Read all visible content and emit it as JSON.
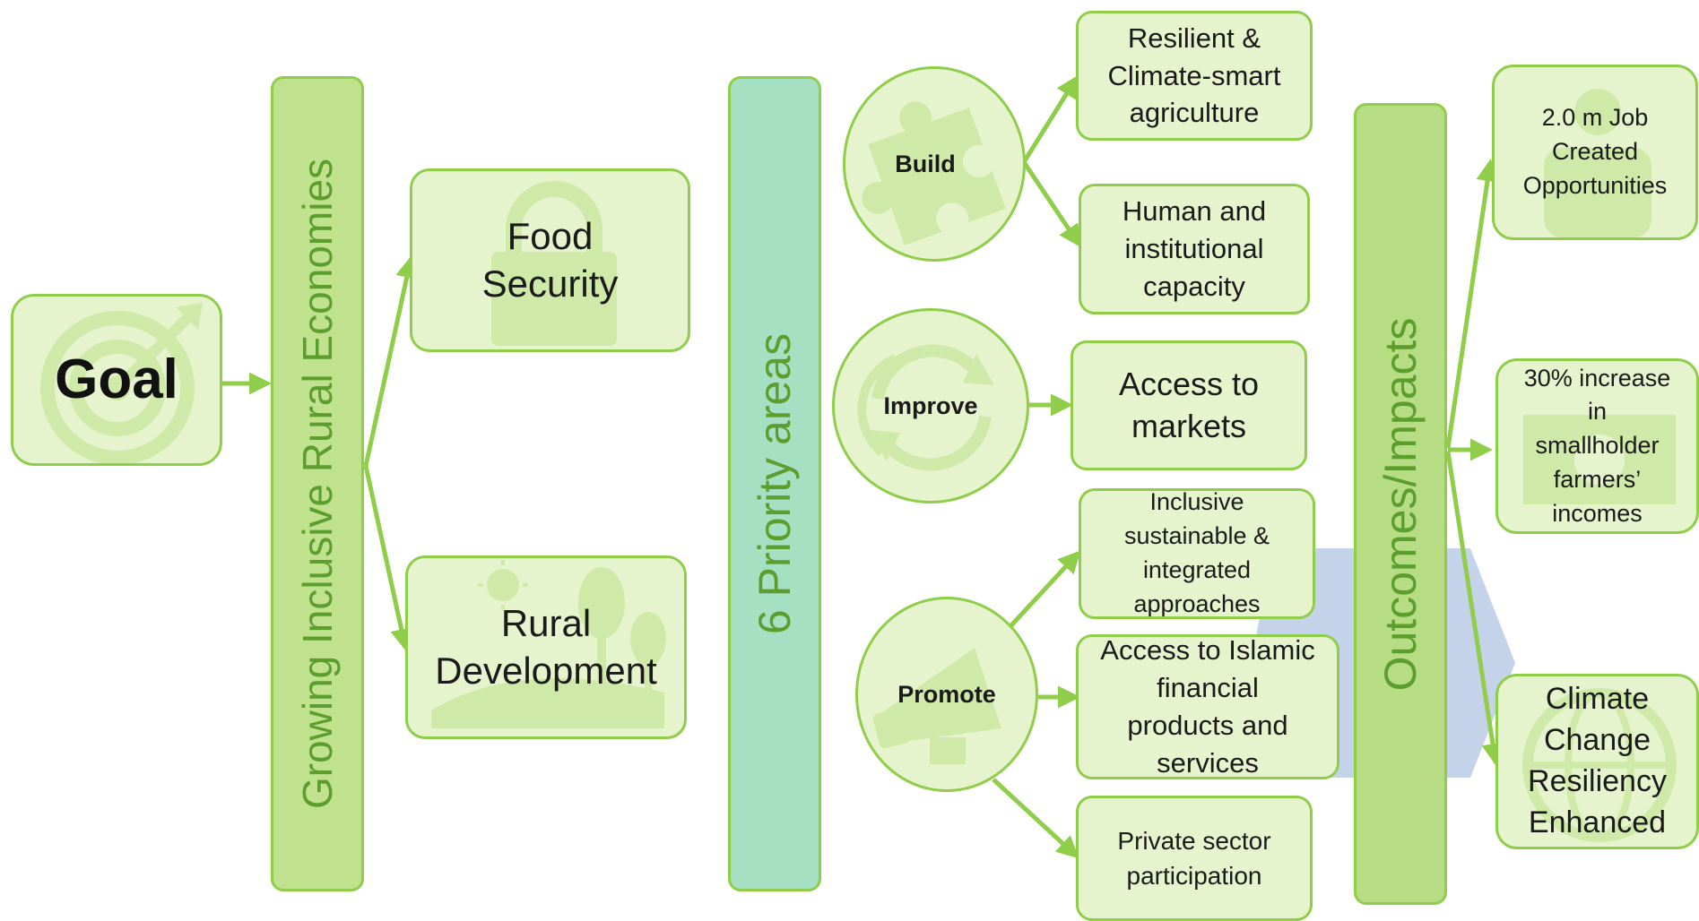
{
  "goal": {
    "label": "Goal"
  },
  "growing_bar": {
    "label": "Growing Inclusive Rural Economies"
  },
  "food_security": {
    "line1": "Food",
    "line2": "Security"
  },
  "rural_development": {
    "line1": "Rural",
    "line2": "Development"
  },
  "priority_bar": {
    "label": "6 Priority areas"
  },
  "actions": {
    "build": "Build",
    "improve": "Improve",
    "promote": "Promote"
  },
  "priority_areas": {
    "resilient": [
      "Resilient &",
      "Climate-smart",
      "agriculture"
    ],
    "human": [
      "Human and",
      "institutional",
      "capacity"
    ],
    "markets": [
      "Access to",
      "markets"
    ],
    "inclusive": [
      "Inclusive",
      "sustainable &",
      "integrated",
      "approaches"
    ],
    "islamic": [
      "Access to Islamic",
      "financial",
      "products and",
      "services"
    ],
    "private": [
      "Private sector",
      "participation"
    ]
  },
  "outcomes_bar": {
    "label": "Outcomes/Impacts"
  },
  "outcomes": {
    "jobs": [
      "2.0 m Job",
      "Created",
      "Opportunities"
    ],
    "income": [
      "30% increase",
      "in",
      "smallholder",
      "farmers’",
      "incomes"
    ],
    "climate": [
      "Climate",
      "Change",
      "Resiliency",
      "Enhanced"
    ]
  },
  "icons": {
    "goal": "target-icon",
    "food": "padlock-icon",
    "rural": "landscape-icon",
    "build": "puzzle-icon",
    "improve": "cycle-arrows-icon",
    "promote": "megaphone-icon",
    "jobs": "people-icon",
    "income": "money-icon",
    "climate": "globe-icon"
  },
  "colors": {
    "box_fill": "#e6f4cd",
    "box_border": "#8fcd4a",
    "arrow": "#8fcd4a",
    "bar_green": "#c0e28f",
    "bar_teal": "#a6e0c2",
    "bar_outcomes": "#b6dc84",
    "label_green": "#5c9e2e",
    "blue_shape": "#c5d3ea"
  }
}
